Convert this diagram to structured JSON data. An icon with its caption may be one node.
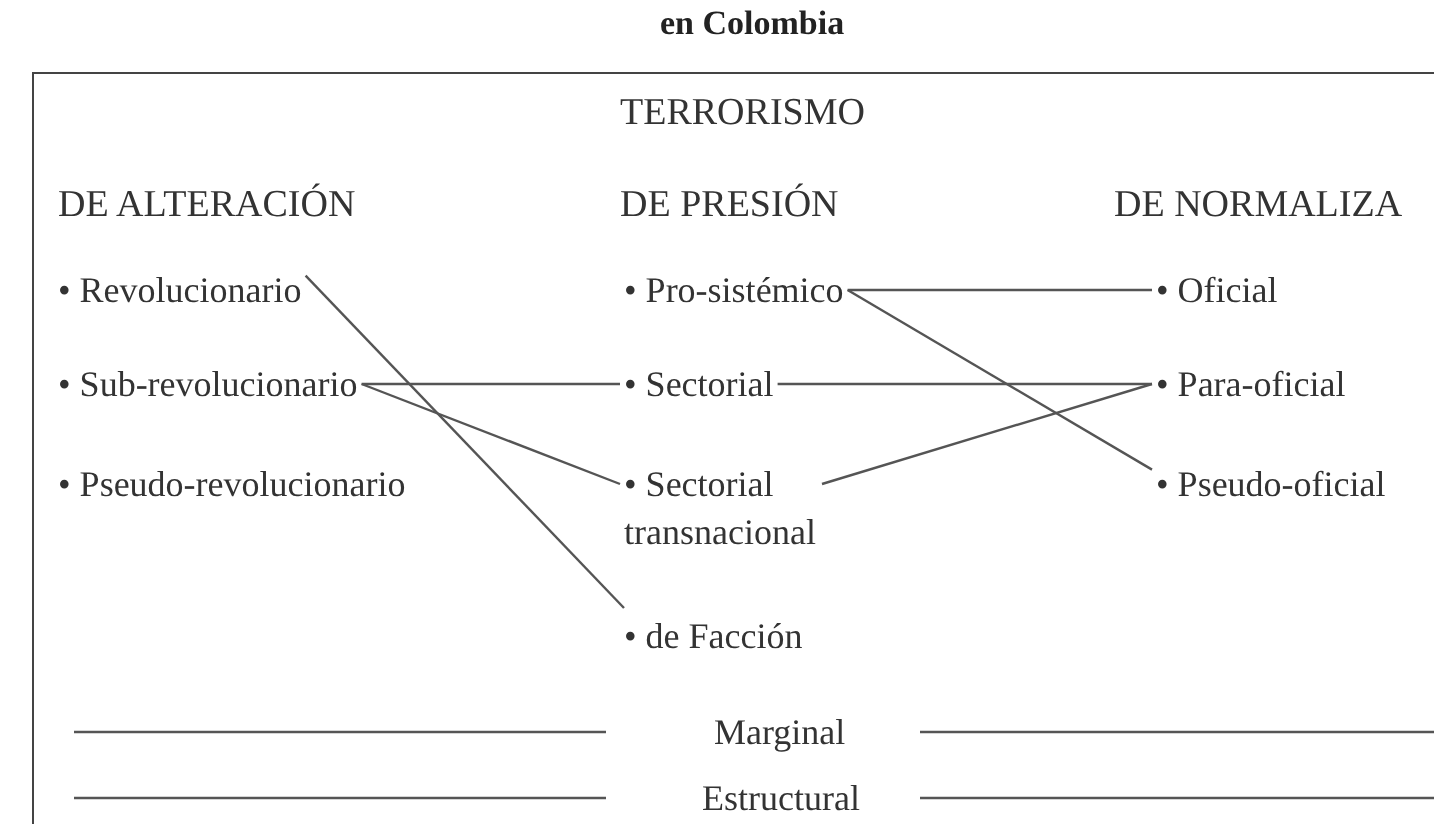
{
  "diagram": {
    "title": "en Colombia",
    "nodes": [
      {
        "text": [
          "TERRORISMO"
        ]
      },
      {
        "text": [
          "• Revolucionario"
        ],
        "in": 0
      },
      {
        "text": [
          "• Sub-revolucionario"
        ],
        "in": 0
      },
      {
        "text": [
          "• Pro-sistémico"
        ],
        "in": 0
      },
      {
        "text": [
          "• Sectorial"
        ],
        "in": 0
      },
      {
        "text": [
          "• Sectorial transnacional"
        ],
        "in": 0
      },
      {
        "text": [
          "• de Facción"
        ],
        "in": 0
      },
      {
        "text": [
          "• Oficial"
        ],
        "in": 0
      },
      {
        "text": [
          "• Para-oficial"
        ],
        "in": 0
      },
      {
        "text": [
          "• Pseudo-oficial"
        ],
        "in": 0
      }
    ],
    "edges": [
      {
        "from": 1,
        "to": 6,
        "arrow": "none"
      },
      {
        "from": 2,
        "to": 4,
        "arrow": "none"
      },
      {
        "from": 2,
        "to": 5,
        "arrow": "none"
      },
      {
        "from": 3,
        "to": 7,
        "arrow": "none"
      },
      {
        "from": 3,
        "to": 9,
        "arrow": "none"
      },
      {
        "from": 4,
        "to": 8,
        "arrow": "none"
      },
      {
        "from": 5,
        "to": 8,
        "arrow": "none"
      }
    ],
    "labels": [
      "DE ALTERACIÓN",
      "DE PRESIÓN",
      "DE NORMALIZA",
      "• Pseudo-revolucionario",
      "Marginal",
      "Estructural"
    ]
  }
}
